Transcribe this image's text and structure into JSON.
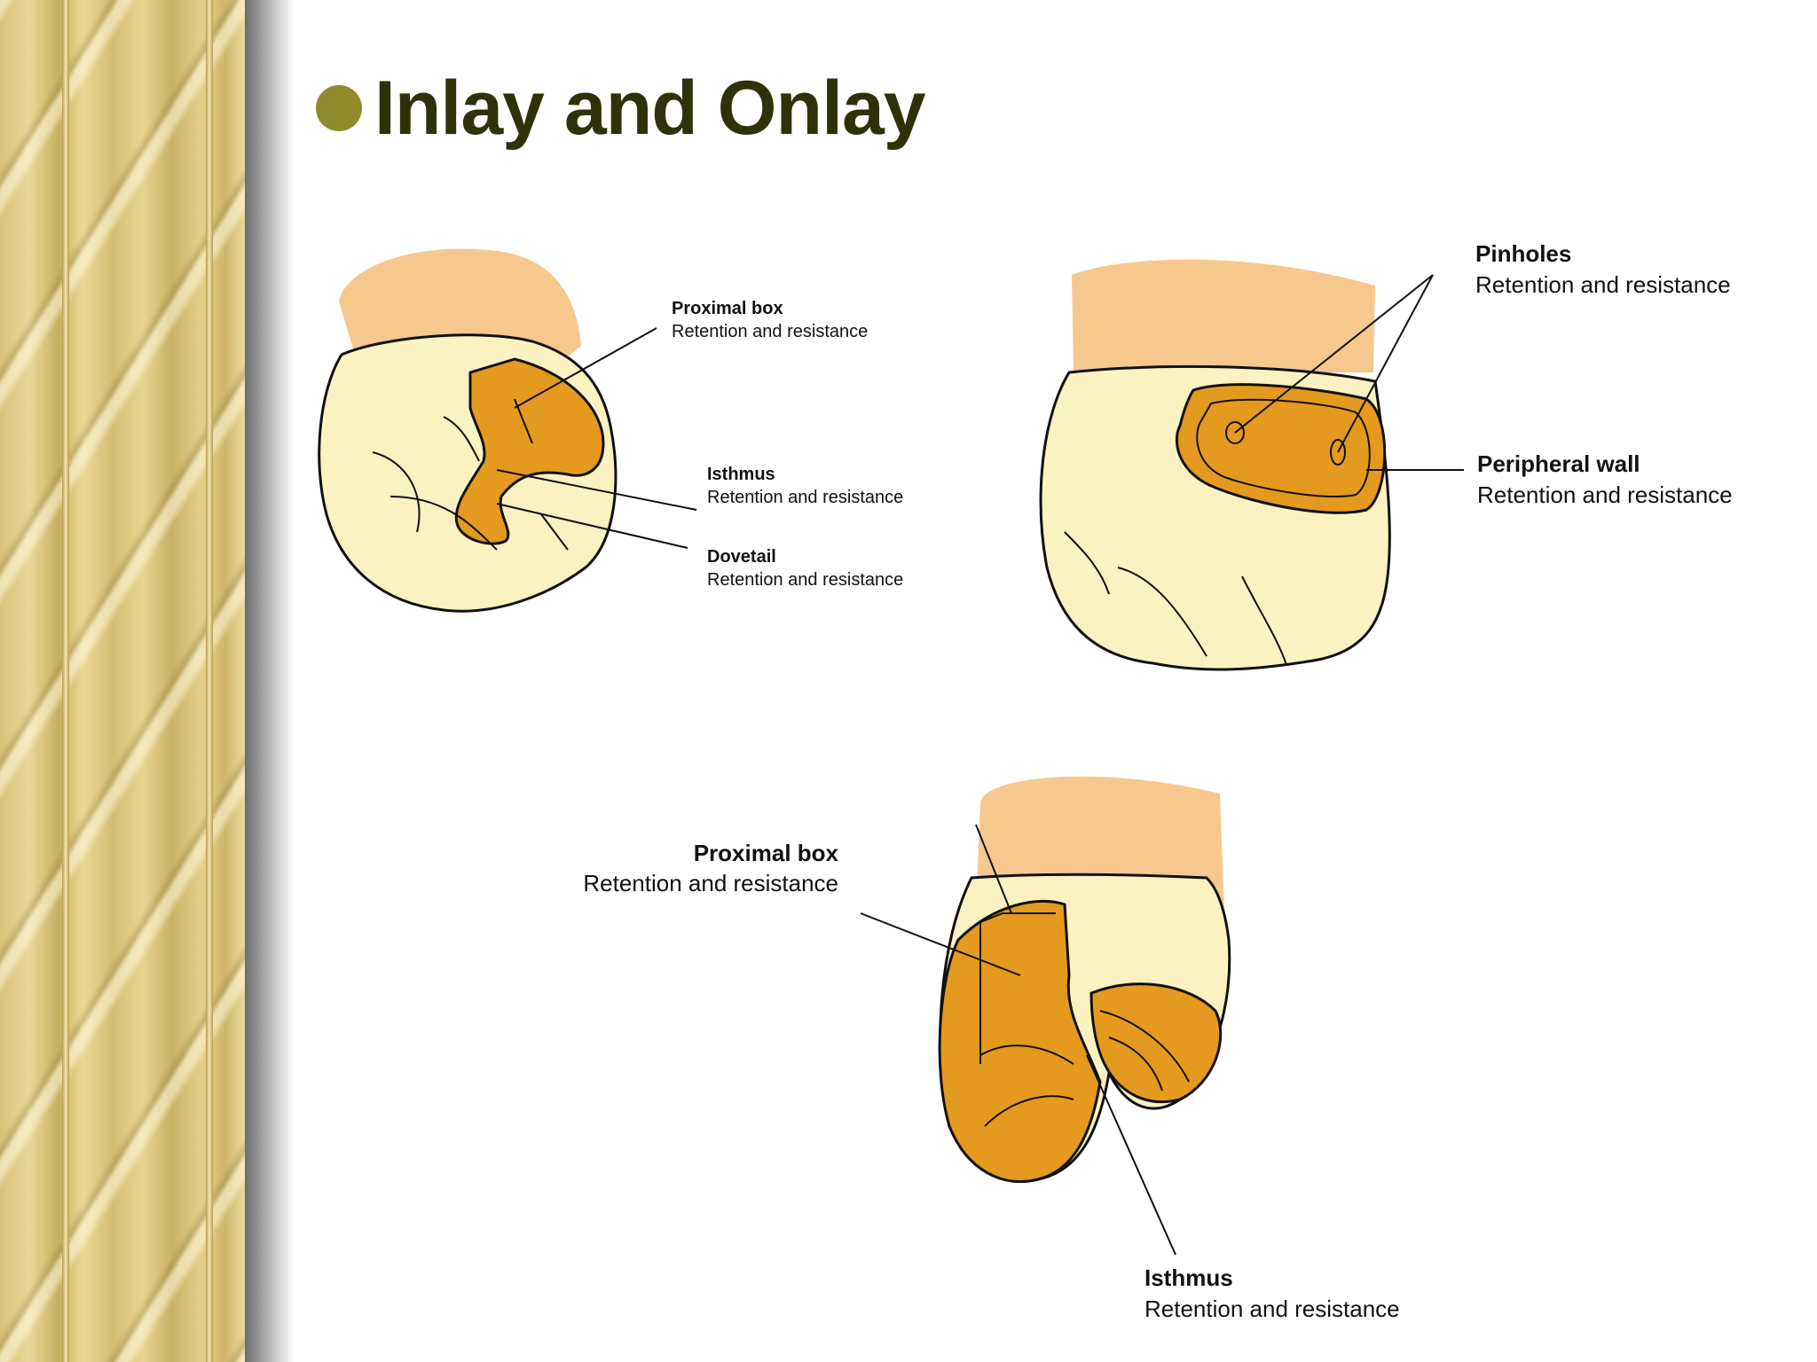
{
  "slide": {
    "title": "Inlay and Onlay",
    "accent_color": "#8f8a2c",
    "title_color": "#2f3208"
  },
  "figures": {
    "tooth_a": {
      "labels": [
        {
          "name": "Proximal box",
          "desc": "Retention and resistance"
        },
        {
          "name": "Isthmus",
          "desc": "Retention and resistance"
        },
        {
          "name": "Dovetail",
          "desc": "Retention and resistance"
        }
      ]
    },
    "tooth_b": {
      "labels": [
        {
          "name": "Pinholes",
          "desc": "Retention and resistance"
        },
        {
          "name": "Peripheral wall",
          "desc": "Retention and resistance"
        }
      ]
    },
    "tooth_c": {
      "labels": [
        {
          "name": "Proximal box",
          "desc": "Retention and resistance"
        },
        {
          "name": "Isthmus",
          "desc": "Retention and resistance"
        }
      ]
    }
  },
  "colors": {
    "enamel": "#fbf2c2",
    "gingiva": "#f6c88e",
    "restoration": "#e49a1f"
  }
}
